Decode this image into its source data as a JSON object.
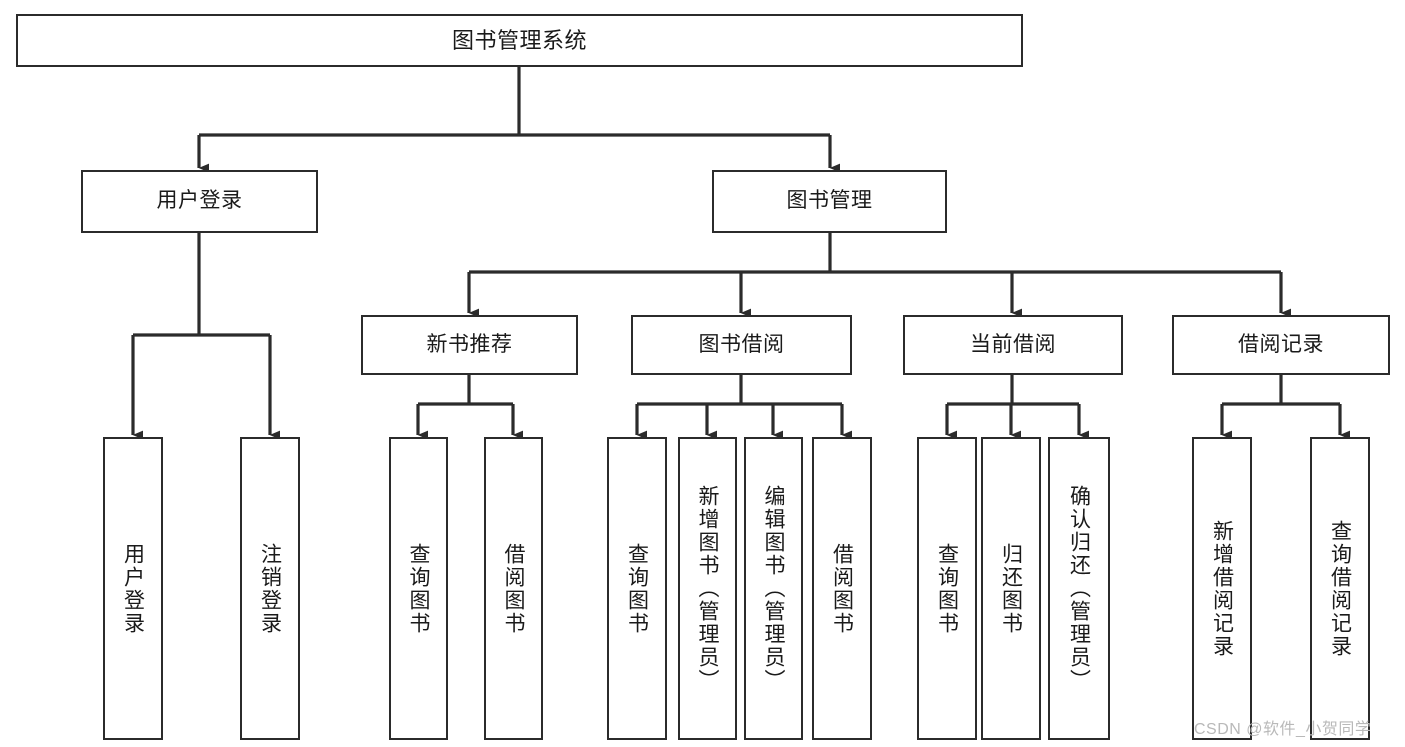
{
  "diagram": {
    "title": "图书管理系统",
    "type": "hierarchy-tree",
    "watermark": "CSDN @软件_小贺同学",
    "colors": {
      "stroke": "#2b2b2b",
      "fill": "#ffffff",
      "text": "#1a1a1a",
      "watermark": "#b9b9b9"
    },
    "nodes": {
      "root": {
        "label": "图书管理系统"
      },
      "level1": [
        {
          "id": "user-login",
          "label": "用户登录"
        },
        {
          "id": "book-manage",
          "label": "图书管理"
        }
      ],
      "level2": [
        {
          "id": "new-book-recommend",
          "label": "新书推荐",
          "parent": "book-manage"
        },
        {
          "id": "book-borrow",
          "label": "图书借阅",
          "parent": "book-manage"
        },
        {
          "id": "current-borrow",
          "label": "当前借阅",
          "parent": "book-manage"
        },
        {
          "id": "borrow-record",
          "label": "借阅记录",
          "parent": "book-manage"
        }
      ],
      "leaves": [
        {
          "id": "leaf-user-login",
          "label": "用户登录",
          "parent": "user-login"
        },
        {
          "id": "leaf-logout",
          "label": "注销登录",
          "parent": "user-login"
        },
        {
          "id": "leaf-query-book-1",
          "label": "查询图书",
          "parent": "new-book-recommend"
        },
        {
          "id": "leaf-borrow-book-1",
          "label": "借阅图书",
          "parent": "new-book-recommend"
        },
        {
          "id": "leaf-query-book-2",
          "label": "查询图书",
          "parent": "book-borrow"
        },
        {
          "id": "leaf-add-book",
          "label": "新增图书（管理员）",
          "parent": "book-borrow"
        },
        {
          "id": "leaf-edit-book",
          "label": "编辑图书（管理员）",
          "parent": "book-borrow"
        },
        {
          "id": "leaf-borrow-book-2",
          "label": "借阅图书",
          "parent": "book-borrow"
        },
        {
          "id": "leaf-query-book-3",
          "label": "查询图书",
          "parent": "current-borrow"
        },
        {
          "id": "leaf-return-book",
          "label": "归还图书",
          "parent": "current-borrow"
        },
        {
          "id": "leaf-confirm-return",
          "label": "确认归还（管理员）",
          "parent": "current-borrow"
        },
        {
          "id": "leaf-add-record",
          "label": "新增借阅记录",
          "parent": "borrow-record"
        },
        {
          "id": "leaf-query-record",
          "label": "查询借阅记录",
          "parent": "borrow-record"
        }
      ]
    }
  }
}
